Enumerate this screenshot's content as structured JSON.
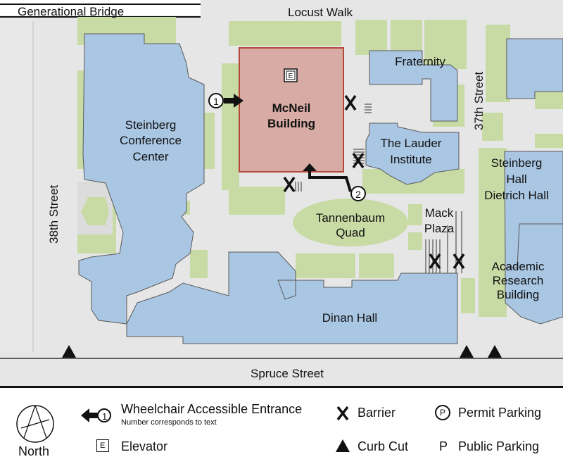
{
  "colors": {
    "background": "#ffffff",
    "path": "#e6e6e6",
    "lawn": "#c8dba5",
    "building": "#a9c6e3",
    "building_stroke": "#5a5a5a",
    "highlight": "#d8aca4",
    "highlight_stroke": "#b5473a"
  },
  "map": {
    "streets": {
      "generational_bridge": "Generational Bridge",
      "locust_walk": "Locust Walk",
      "street_37th": "37th Street",
      "street_38th": "38th Street",
      "spruce": "Spruce Street"
    },
    "buildings": {
      "mcneil": [
        "McNeil",
        "Building"
      ],
      "steinberg_conf": [
        "Steinberg",
        "Conference",
        "Center"
      ],
      "fraternity": "Fraternity",
      "lauder": [
        "The Lauder",
        "Institute"
      ],
      "steinberg_hall": [
        "Steinberg",
        "Hall",
        "Dietrich Hall"
      ],
      "academic": [
        "Academic",
        "Research",
        "Building"
      ],
      "dinan": "Dinan Hall",
      "tannenbaum": [
        "Tannenbaum",
        "Quad"
      ],
      "mack": [
        "Mack",
        "Plaza"
      ]
    },
    "markers": {
      "elevator_glyph": "E",
      "entrance_1": "1",
      "entrance_2": "2"
    }
  },
  "legend": {
    "north": "North",
    "entrance_title": "Wheelchair Accessible Entrance",
    "entrance_note": "Number corresponds to text",
    "entrance_number": "1",
    "elevator": "Elevator",
    "elevator_glyph": "E",
    "barrier": "Barrier",
    "curb_cut": "Curb Cut",
    "permit_parking": "Permit Parking",
    "permit_glyph": "P",
    "public_parking": "Public Parking",
    "public_glyph": "P"
  }
}
